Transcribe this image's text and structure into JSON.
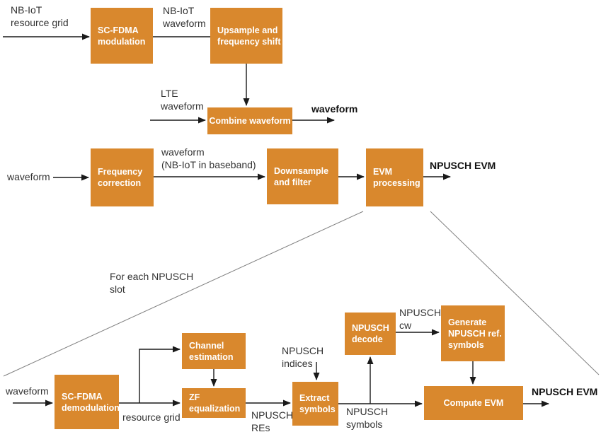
{
  "diagram": {
    "boxes": {
      "sc_fdma_modulation": "SC-FDMA\nmodulation",
      "upsample": "Upsample and\nfrequency shift",
      "combine": "Combine waveform",
      "frequency_correction": "Frequency\ncorrection",
      "downsample": "Downsample\nand filter",
      "evm_processing": "EVM\nprocessing",
      "sc_fdma_demodulation": "SC-FDMA\ndemodulation",
      "channel_estimation": "Channel\nestimation",
      "zf_equalization": "ZF\nequalization",
      "extract_symbols": "Extract\nsymbols",
      "npusch_decode": "NPUSCH\ndecode",
      "generate_ref_symbols": "Generate\nNPUSCH ref.\nsymbols",
      "compute_evm": "Compute EVM"
    },
    "labels": {
      "nbiot_resource_grid": "NB-IoT\nresource grid",
      "nbiot_waveform": "NB-IoT\nwaveform",
      "lte_waveform": "LTE\nwaveform",
      "combined_waveform": "waveform",
      "waveform_in": "waveform",
      "waveform_baseband": "waveform\n(NB-IoT in baseband)",
      "npusch_evm_top": "NPUSCH EVM",
      "for_each_slot": "For each NPUSCH\nslot",
      "waveform_bottom": "waveform",
      "resource_grid": "resource grid",
      "npusch_res": "NPUSCH\nREs",
      "npusch_indices": "NPUSCH\nindices",
      "npusch_symbols": "NPUSCH\nsymbols",
      "npusch_cw": "NPUSCH\ncw",
      "npusch_evm_bottom": "NPUSCH EVM"
    },
    "colors": {
      "box_fill": "#D9882D",
      "box_text": "#FFFFFF",
      "label_text": "#333333",
      "label_bold_text": "#111111",
      "connector": "#1A1A1A",
      "expand_line": "#808080",
      "background": "#FFFFFF"
    }
  }
}
